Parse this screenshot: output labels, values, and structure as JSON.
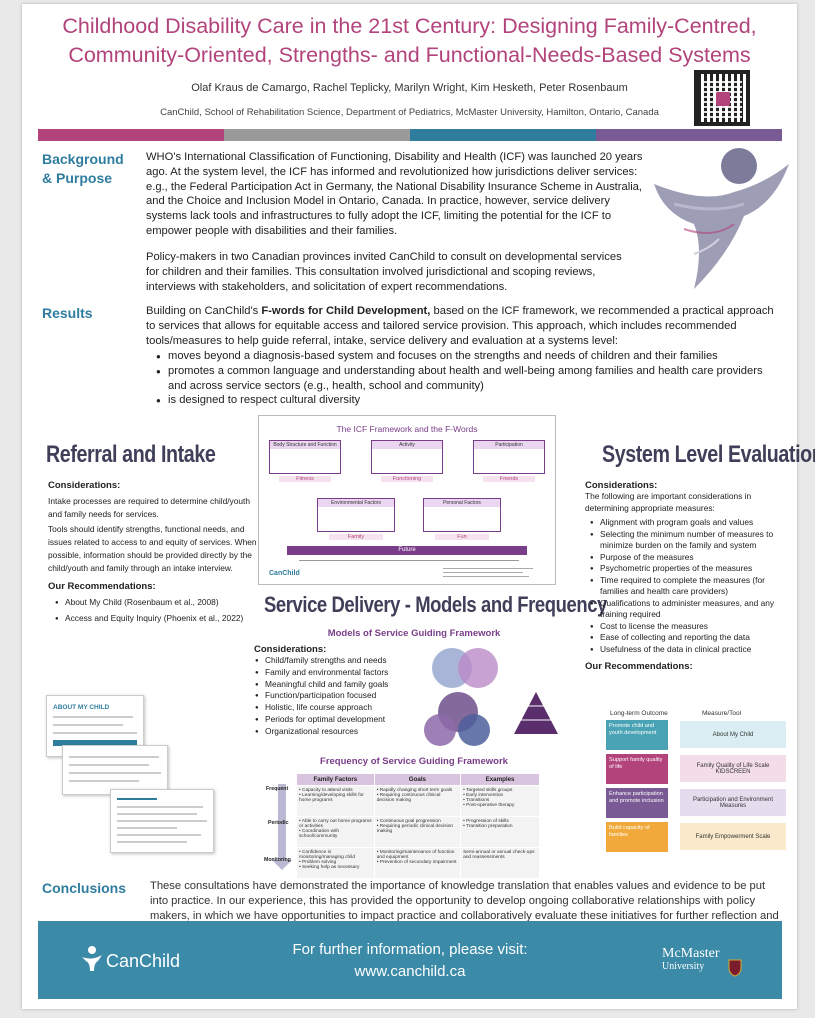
{
  "title": {
    "line1": "Childhood Disability Care in the 21st Century: Designing Family-Centred,",
    "line2": "Community-Oriented, Strengths- and Functional-Needs-Based Systems"
  },
  "authors": "Olaf Kraus de Camargo, Rachel Teplicky, Marilyn Wright, Kim Hesketh, Peter Rosenbaum",
  "affiliation": "CanChild, School of Rehabilitation Science, Department of Pediatrics, McMaster University, Hamilton, Ontario, Canada",
  "colors": {
    "title": "#b2437b",
    "heading": "#2f7d9e",
    "bar": [
      "#b2437b",
      "#9a9a9a",
      "#2f7d9e",
      "#7a5a95"
    ],
    "footer": "#3a8aa8"
  },
  "background": {
    "heading_line1": "Background",
    "heading_line2": "& Purpose",
    "para1": "WHO's International Classification of Functioning, Disability and Health (ICF) was launched 20 years ago. At the system level, the ICF has informed and revolutionized how jurisdictions deliver services: e.g., the Federal Participation Act in Germany, the National Disability Insurance Scheme in Australia, and the Choice and Inclusion Model in Ontario, Canada. In practice, however, service delivery systems lack tools and infrastructures to fully adopt the ICF, limiting the potential for the ICF to empower people with disabilities and their families.",
    "para2": "Policy-makers in two Canadian provinces invited CanChild to consult on developmental services for children and their families. This consultation involved jurisdictional and scoping reviews, interviews with stakeholders, and solicitation of expert recommendations."
  },
  "results": {
    "heading": "Results",
    "intro_pre": "Building on CanChild's ",
    "intro_bold": "F-words for Child Development,",
    "intro_post": " based on the ICF framework, we recommended a practical approach to services that allows for equitable access and tailored service provision. This approach, which includes recommended tools/measures to help guide referral, intake, service delivery and evaluation at a systems level:",
    "bullets": [
      "moves beyond a diagnosis-based system and focuses on the strengths and needs of children and their families",
      "promotes a common language and understanding about health and well-being among families and health care providers and across service sectors (e.g., health, school and community)",
      "is designed to respect cultural diversity"
    ]
  },
  "referral": {
    "heading": "Referral and Intake",
    "considerations_label": "Considerations:",
    "para1": "Intake processes are required to determine child/youth and family needs for services.",
    "para2": "Tools should identify strengths, functional needs, and issues related to access to and equity of services. When possible, information should be provided directly by the child/youth and family through an intake interview.",
    "recs_label": "Our Recommendations:",
    "recs": [
      "About My Child (Rosenbaum et al., 2008)",
      "Access and Equity Inquiry (Phoenix et al., 2022)"
    ],
    "form_title": "ABOUT MY CHILD"
  },
  "framework": {
    "title": "The ICF Framework and the F-Words",
    "boxes": {
      "body": "Body Structure and Function",
      "activity": "Activity",
      "participation": "Participation",
      "environmental": "Environmental Factors",
      "personal": "Personal Factors"
    },
    "words": {
      "fitness": "Fitness",
      "functioning": "Functioning",
      "friends": "Friends",
      "family": "Family",
      "fun": "Fun",
      "future": "Future"
    },
    "brand": "CanChild"
  },
  "service": {
    "heading": "Service Delivery - Models and Frequency",
    "models_heading": "Models of Service Guiding Framework",
    "considerations_label": "Considerations:",
    "considerations": [
      "Child/family strengths and needs",
      "Family and environmental factors",
      "Meaningful child and family goals",
      "Function/participation focused",
      "Holistic, life course approach",
      "Periods for optimal development",
      "Organizational resources"
    ],
    "freq_heading": "Frequency of Service Guiding Framework",
    "table": {
      "headers": [
        "Family Factors",
        "Goals",
        "Examples"
      ],
      "levels": [
        "Frequent",
        "Periodic",
        "Monitoring"
      ],
      "rows": [
        [
          "Capacity to attend visits\nLearning/developing skills for home programs",
          "Rapidly changing short term goals\nRequiring continuous clinical decision making",
          "Targeted skills groups\nEarly intervention\nTransitions\nPost-operative therapy"
        ],
        [
          "Able to carry out home programs or activities\nCoordination with school/community",
          "Continuous goal progression\nRequiring periodic clinical decision making",
          "Progression of skills\nTransition preparation"
        ],
        [
          "Confidence in monitoring/managing child\nProblem solving\nSeeking help as necessary",
          "Monitoring/maintenance of function and equipment\nPrevention of secondary impairment",
          "Semi-annual or annual check-ups and reassessments"
        ]
      ]
    }
  },
  "evaluation": {
    "heading": "System Level Evaluation",
    "considerations_label": "Considerations:",
    "intro": "The following are important considerations in determining appropriate measures:",
    "bullets": [
      "Alignment with program goals and values",
      "Selecting the minimum number of measures to minimize burden on the family and system",
      "Purpose of the measures",
      "Psychometric properties of the measures",
      "Time required to complete the measures (for families and health care providers)",
      "Qualifications to administer measures, and any training required",
      "Cost to license the measures",
      "Ease of collecting and reporting the data",
      "Usefulness of the data in clinical practice"
    ],
    "recs_label": "Our Recommendations:",
    "col_outcome": "Long-term Outcome",
    "col_measure": "Measure/Tool",
    "measures": [
      {
        "outcome": "Promote child and youth development",
        "tool": "About My Child",
        "color": "#4aa3b5",
        "tint": "#d9edf2"
      },
      {
        "outcome": "Support family quality of life",
        "tool": "Family Quality of Life Scale KIDSCREEN",
        "color": "#b2437b",
        "tint": "#f3dde9"
      },
      {
        "outcome": "Enhance participation and promote inclusion",
        "tool": "Participation and Environment Measures",
        "color": "#7a5a95",
        "tint": "#e5dcee"
      },
      {
        "outcome": "Build capacity of families",
        "tool": "Family Empowerment Scale",
        "color": "#f0a93a",
        "tint": "#fbe9cc"
      }
    ]
  },
  "conclusions": {
    "heading": "Conclusions",
    "text": "These consultations have demonstrated the importance of knowledge translation that enables values and evidence to be put into practice. In our experience, this has provided the opportunity to develop ongoing collaborative relationships with policy makers, in which we have opportunities to impact practice and collaboratively evaluate these initiatives for further reflection and refinement."
  },
  "footer": {
    "brand": "CanChild",
    "line1": "For further information, please visit:",
    "url": "www.canchild.ca",
    "university_line1": "McMaster",
    "university_line2": "University"
  }
}
